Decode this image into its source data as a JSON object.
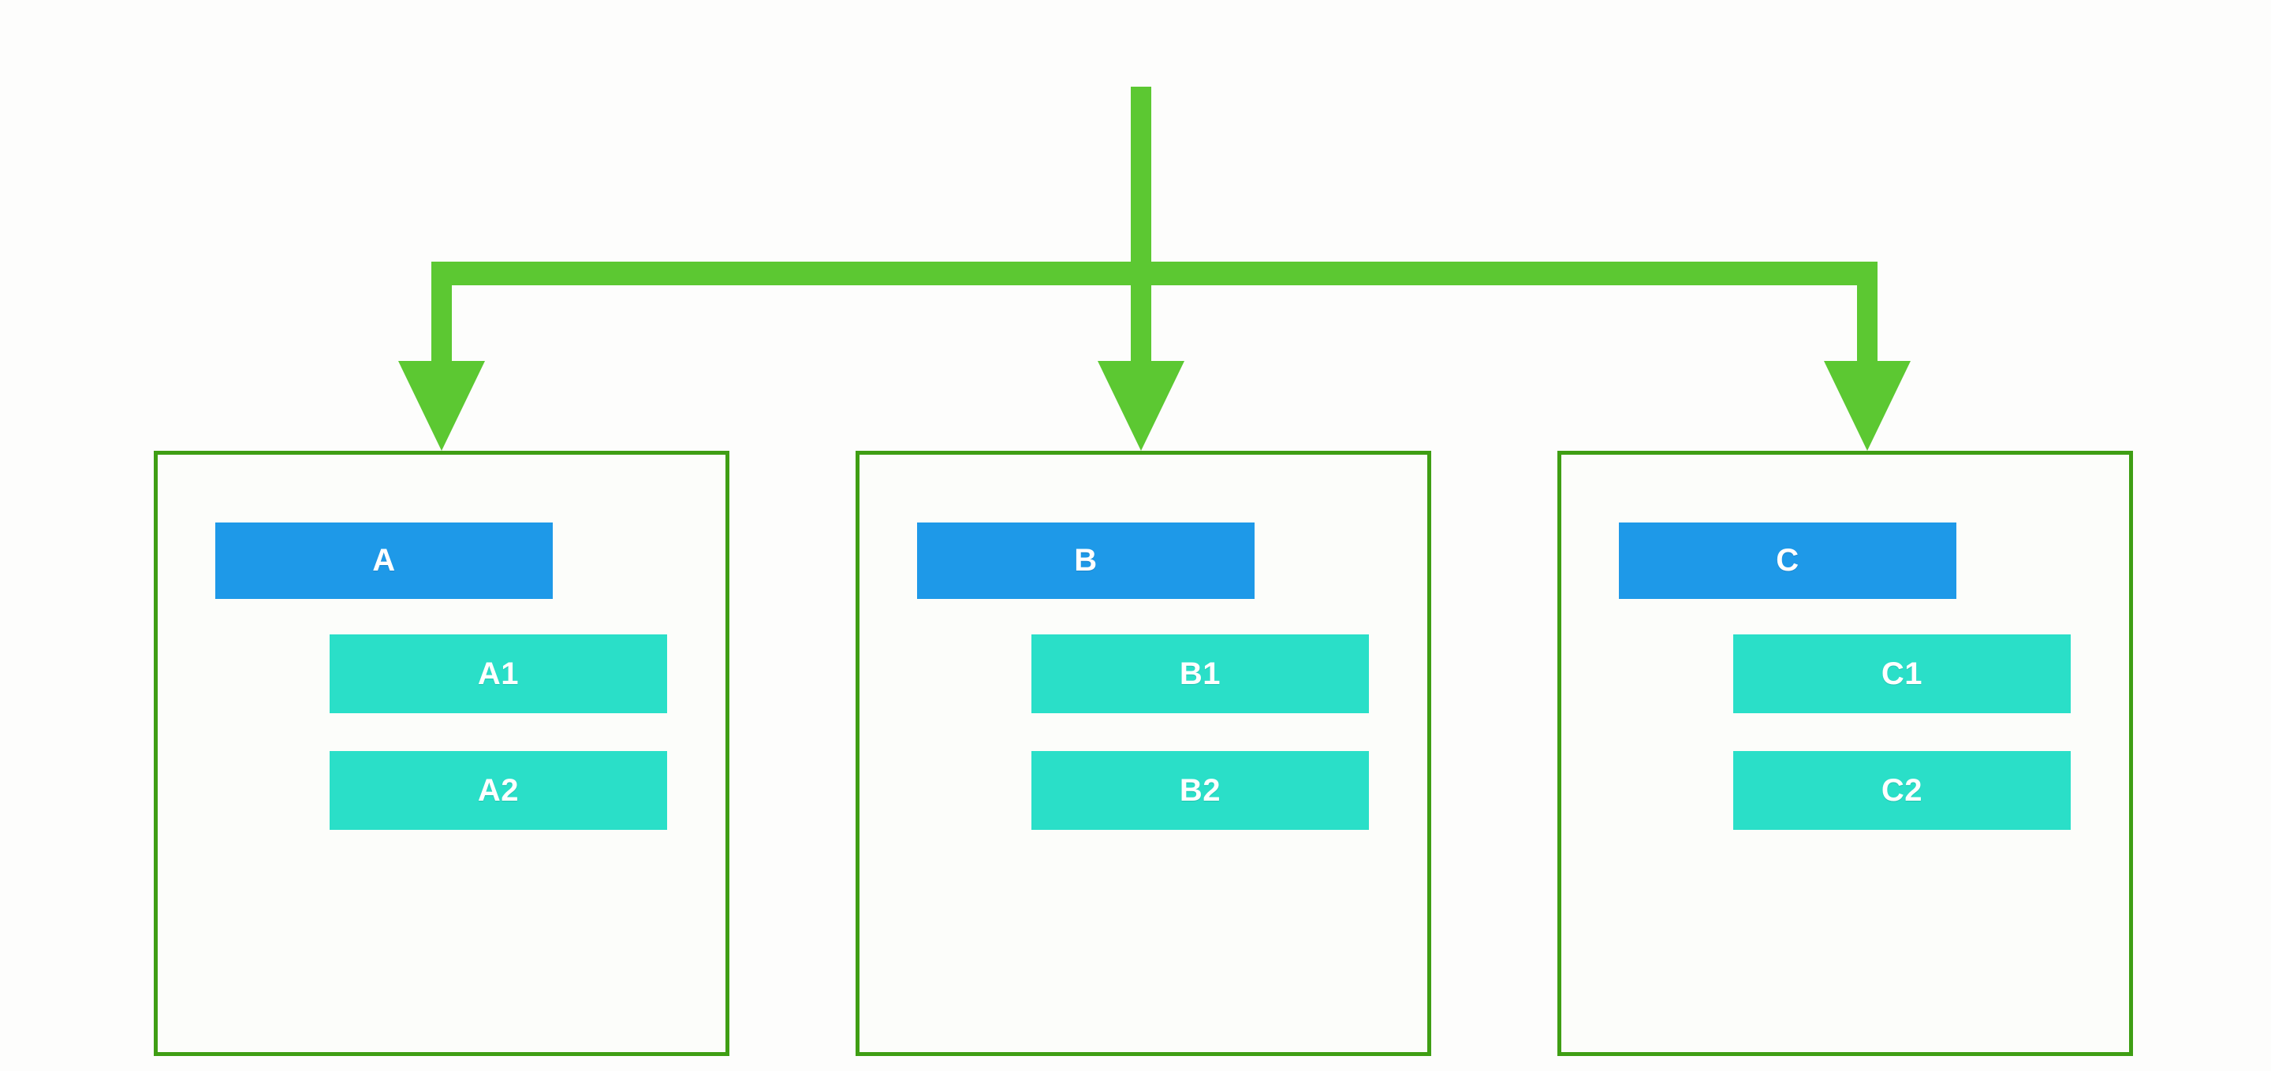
{
  "diagram": {
    "type": "hierarchy-flow-diagram",
    "title": "",
    "background_color": "#fdfdfc",
    "root": {
      "name": "root-connector",
      "connector_color": "#5cc832"
    },
    "palette": {
      "group_border": "#3f9e14",
      "group_fill": "#fcfdfa",
      "connector_green": "#5cc832",
      "parent_blue": "#1e99e8",
      "child_teal": "#2adfc8",
      "arrow_blue": "#1e90e0",
      "arrow_teal": "#28ddc3",
      "label_text": "#ffffff"
    },
    "groups": [
      {
        "id": "group-a",
        "parent": {
          "label": "A",
          "color": "#1e99e8"
        },
        "children": [
          {
            "label": "A1",
            "color": "#2adfc8"
          },
          {
            "label": "A2",
            "color": "#2adfc8"
          }
        ],
        "arrows": [
          {
            "name": "parent-flow-arrow",
            "color": "#1e90e0"
          },
          {
            "name": "child-flow-arrow",
            "color": "#28ddc3"
          }
        ]
      },
      {
        "id": "group-b",
        "parent": {
          "label": "B",
          "color": "#1e99e8"
        },
        "children": [
          {
            "label": "B1",
            "color": "#2adfc8"
          },
          {
            "label": "B2",
            "color": "#2adfc8"
          }
        ],
        "arrows": [
          {
            "name": "parent-flow-arrow",
            "color": "#1e90e0"
          },
          {
            "name": "child-flow-arrow",
            "color": "#28ddc3"
          }
        ]
      },
      {
        "id": "group-c",
        "parent": {
          "label": "C",
          "color": "#1e99e8"
        },
        "children": [
          {
            "label": "C1",
            "color": "#2adfc8"
          },
          {
            "label": "C2",
            "color": "#2adfc8"
          }
        ],
        "arrows": [
          {
            "name": "parent-flow-arrow",
            "color": "#1e90e0"
          },
          {
            "name": "child-flow-arrow",
            "color": "#28ddc3"
          }
        ]
      }
    ]
  }
}
